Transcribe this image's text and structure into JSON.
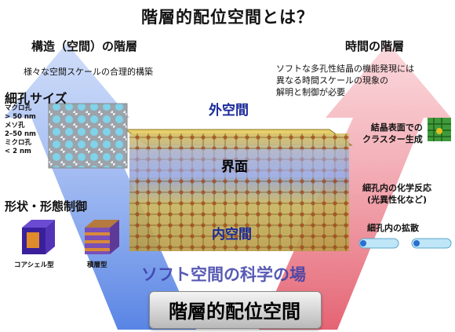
{
  "title": "階層的配位空間とは？",
  "left": {
    "heading": "構造（空間）の階層",
    "subtitle": "様々な空間スケールの合理的構築",
    "pore_heading": "細孔サイズ",
    "pore_sizes": [
      {
        "name": "マクロ孔",
        "range": "> 50 nm"
      },
      {
        "name": "メソ孔",
        "range": "2–50 nm"
      },
      {
        "name": "ミクロ孔",
        "range": "< 2 nm"
      }
    ],
    "shape_heading": "形状・形態制御",
    "shape_labels": [
      "コアシェル型",
      "積層型"
    ]
  },
  "right": {
    "heading": "時間の階層",
    "description": [
      "ソフトな多孔性結晶の機能発現には",
      "異なる時間スケールの現象の",
      "解明と制御が必要"
    ],
    "items": [
      "結晶表面での",
      "クラスター生成",
      "細孔内の化学反応",
      "(光異性化など)",
      "細孔内の拡散"
    ]
  },
  "center": {
    "outer": "外空間",
    "interface": "界面",
    "inner": "内空間",
    "science": "ソフト空間の科学の場"
  },
  "bottom_label": "階層的配位空間",
  "colors": {
    "left_arrow": "#4d7be3",
    "right_arrow": "#e65a6a",
    "accent_text": "#1f3fd0"
  }
}
